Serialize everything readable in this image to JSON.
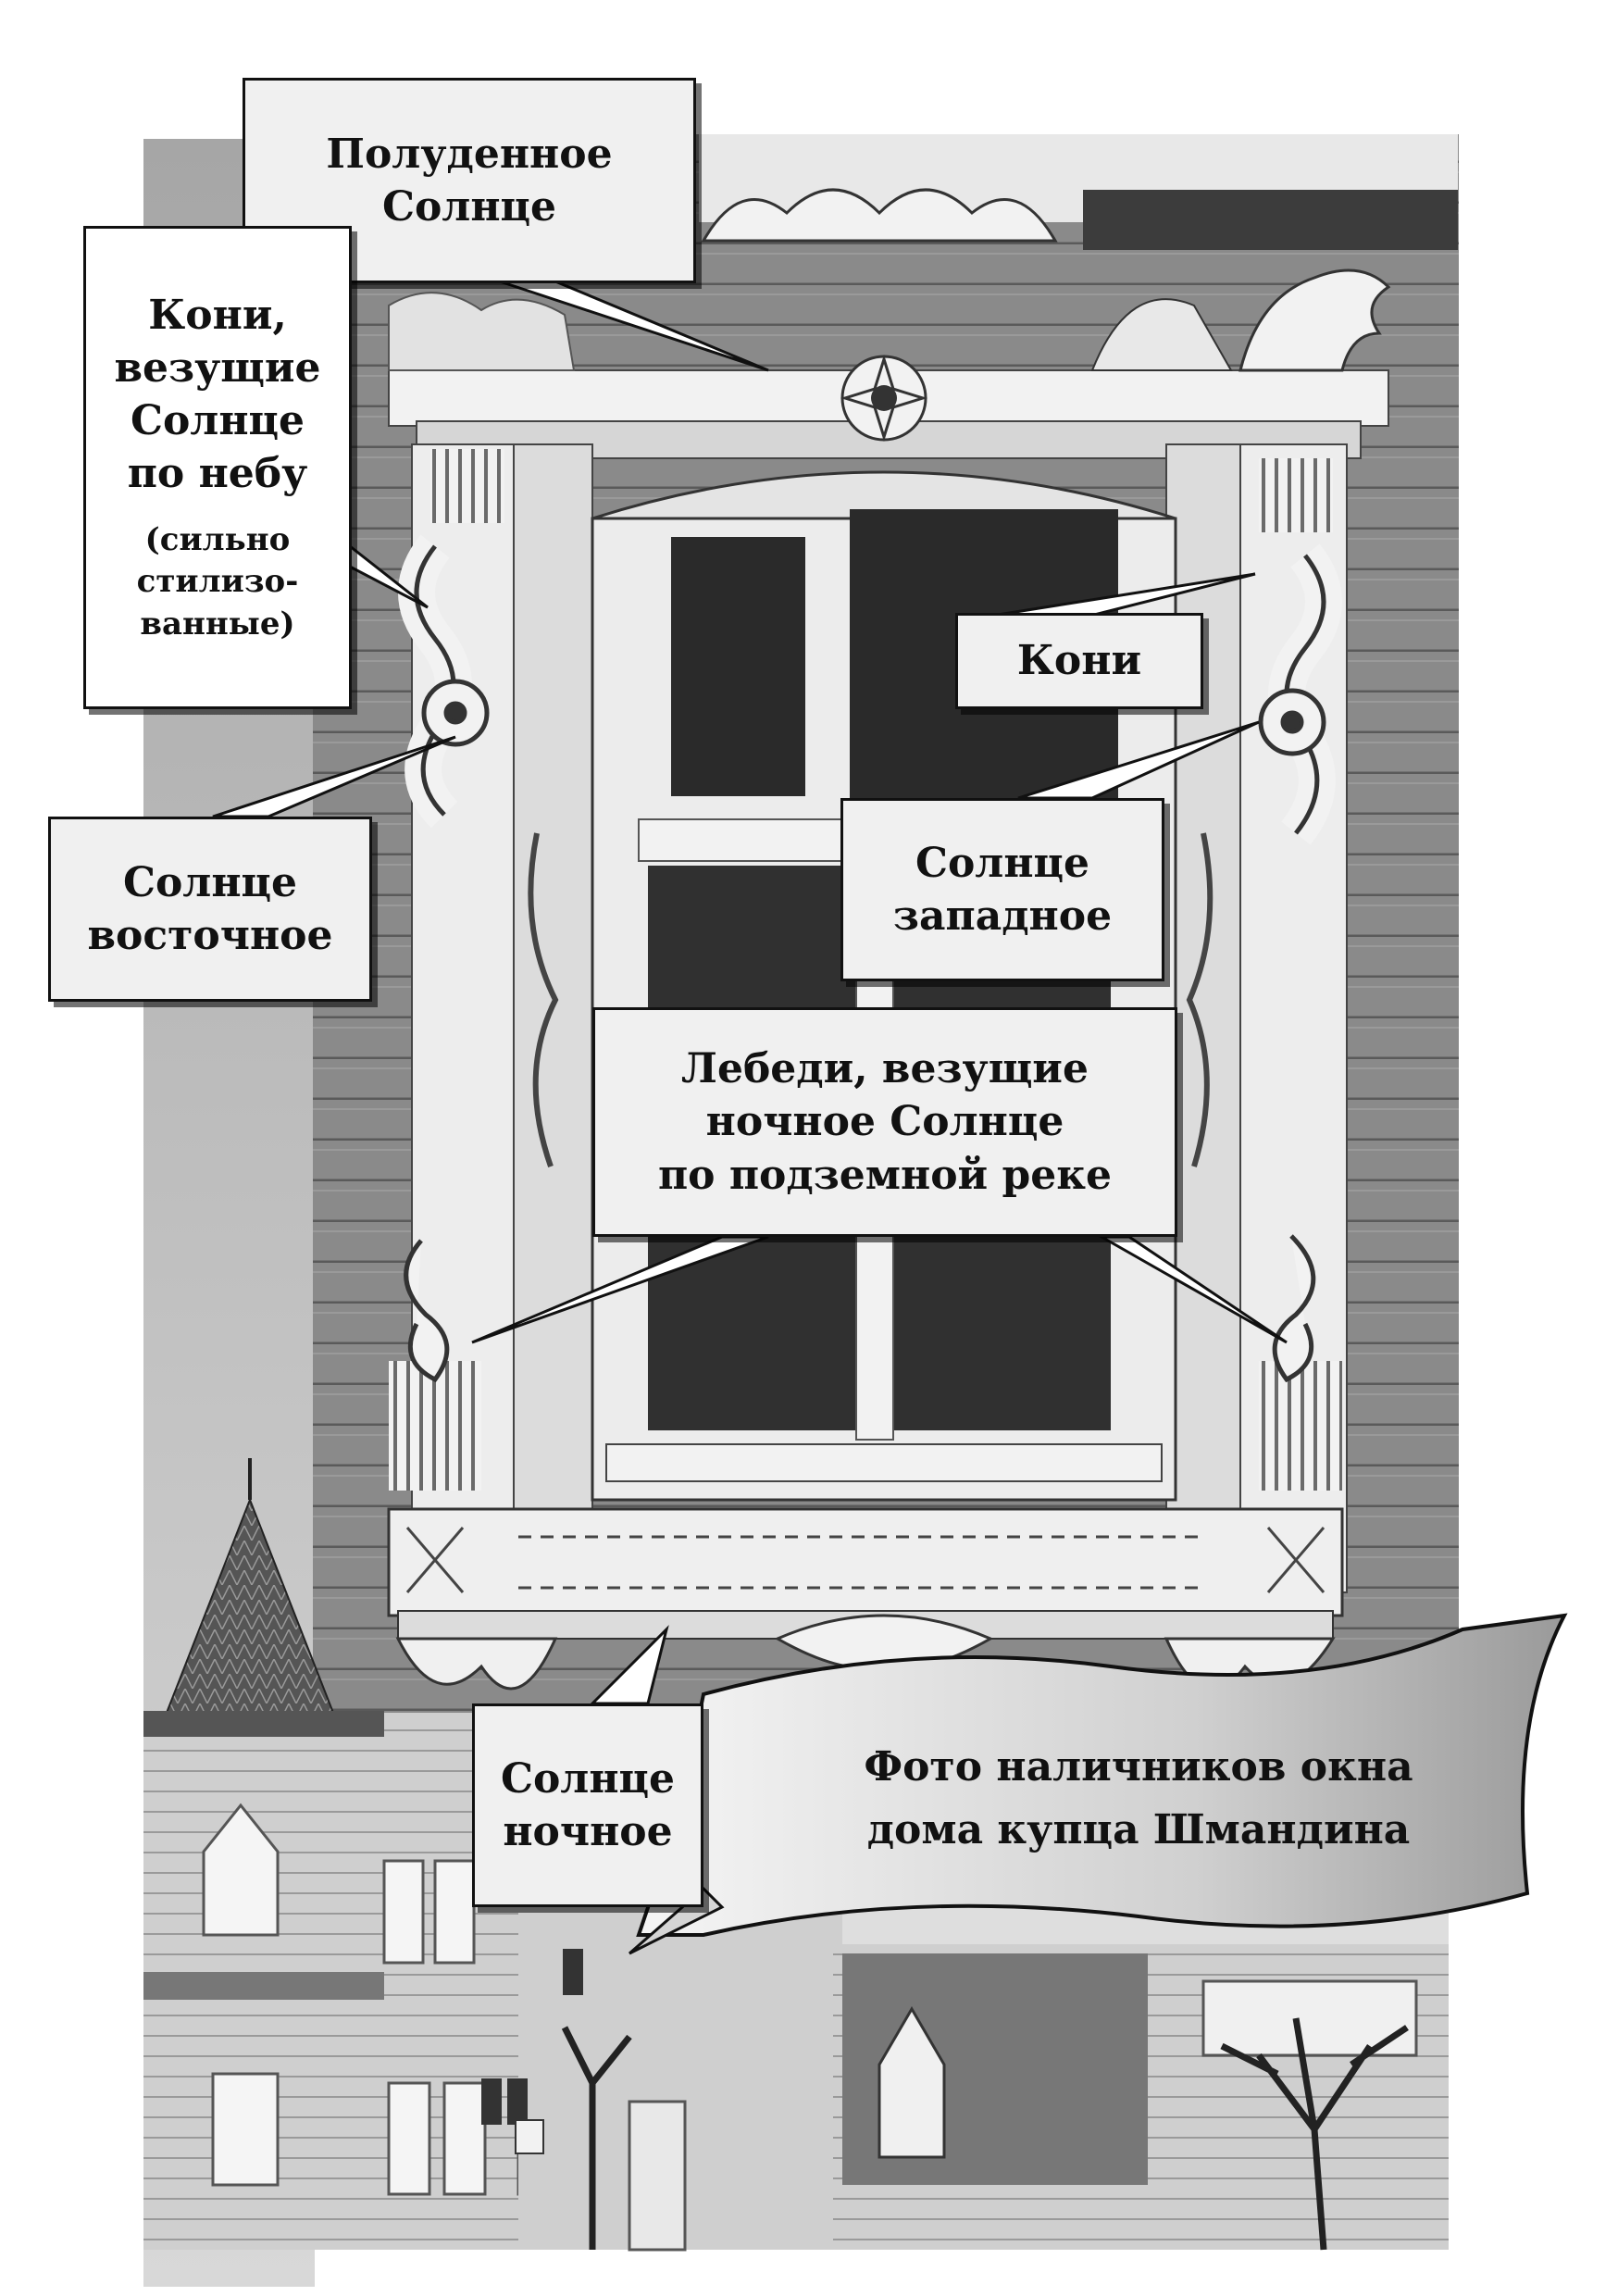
{
  "captions": {
    "noon_sun": "Полуденное\nСолнце",
    "horses_carrying": "Кони,\nвезущие\nСолнце\nпо небу",
    "horses_carrying_note": "(сильно\nстилизо-\nванные)",
    "horses": "Кони",
    "sun_east": "Солнце\nвосточное",
    "sun_west": "Солнце\nзападное",
    "swans": "Лебеди, везущие\nночное Солнце\nпо подземной реке",
    "sun_night": "Солнце\nночное"
  },
  "banner": {
    "text": "Фото наличников окна\nдома купца Шмандина"
  },
  "colors": {
    "wall": "#8c8c8c",
    "frame": "#f2f2f2",
    "glass": "#2a2a2a",
    "caption_bg": "#f0f0f0",
    "ink": "#111111"
  }
}
